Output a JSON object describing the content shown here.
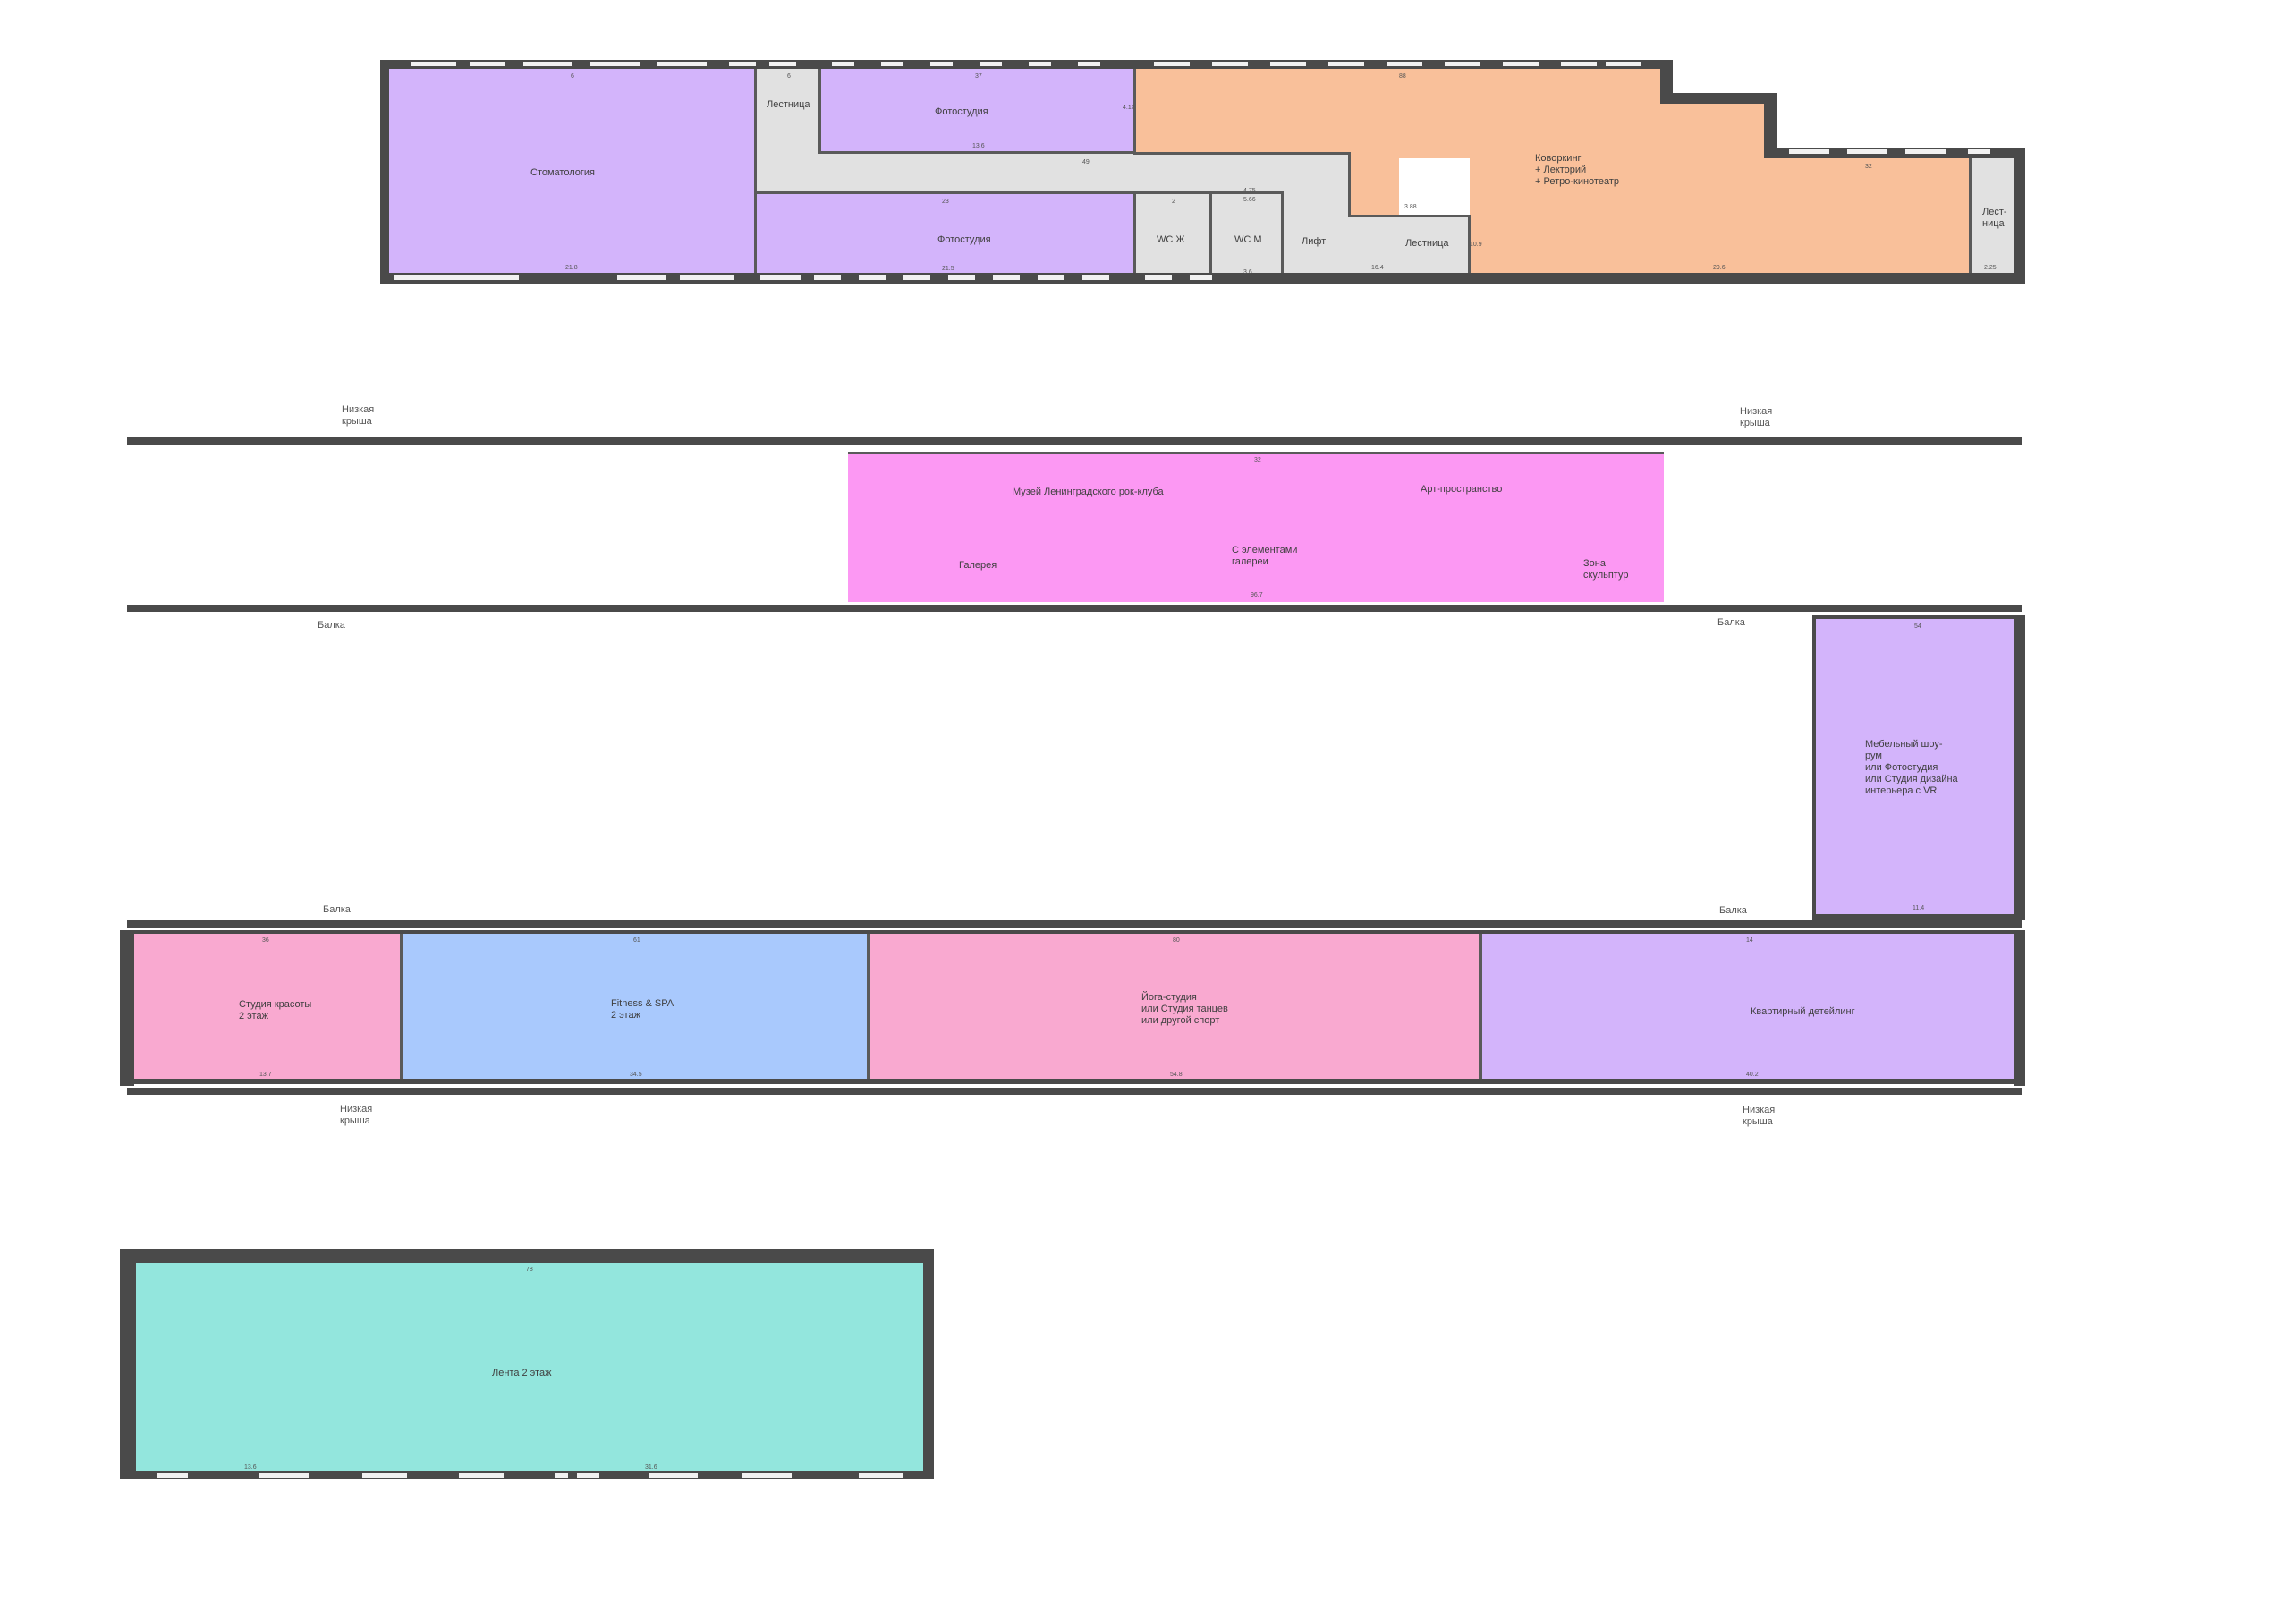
{
  "floor1": {
    "rooms": {
      "dentistry": "Стоматология",
      "stairs_left": "Лестница",
      "photo_top": "Фотостудия",
      "coworking": "Коворкинг\n+ Лекторий\n+ Ретро-кинотеатр",
      "photo_bottom": "Фотостудия",
      "wc_f": "WC Ж",
      "wc_m": "WC М",
      "lift": "Лифт",
      "stairs_mid": "Лестница",
      "stairs_right": "Лест-\nница"
    },
    "dims": {
      "d1": "6",
      "d2": "21.8",
      "d3": "6",
      "d4": "37",
      "d5": "4.12",
      "d6": "13.6",
      "d7": "49",
      "d8": "23",
      "d9": "21.5",
      "d10": "2",
      "d11": "4.75",
      "d12": "5.66",
      "d13": "3.6",
      "d14": "16.4",
      "d15": "3.88",
      "d16": "88",
      "d17": "32",
      "d18": "29.6",
      "d19": "2.25",
      "d20": "10.9"
    }
  },
  "notes": {
    "low_roof": "Низкая\nкрыша",
    "beam": "Балка"
  },
  "floor2": {
    "museum": {
      "title": "Музей Ленинградского рок-клуба",
      "art": "Арт-пространство",
      "gallery": "Галерея",
      "with_gallery": "С элементами\nгалереи",
      "sculpture": "Зона\nскульптур",
      "top_dim": "32",
      "bottom_dim": "96.7"
    },
    "furniture": {
      "label": "Мебельный шоу-\nрум\nили Фотостудия\nили Студия дизайна\nинтерьера с VR",
      "top_dim": "54",
      "bottom_dim": "11.4"
    },
    "strip": {
      "beauty": "Студия красоты\n2 этаж",
      "fitness": "Fitness & SPA\n2 этаж",
      "yoga": "Йога-студия\nили Студия танцев\nили другой спорт",
      "detailing": "Квартирный детейлинг",
      "beauty_top": "36",
      "beauty_bottom": "13.7",
      "fitness_top": "61",
      "fitness_bottom": "34.5",
      "yoga_top": "80",
      "yoga_bottom": "54.8",
      "detailing_top": "14",
      "detailing_bottom": "40.2"
    }
  },
  "lenta": {
    "label": "Лента 2 этаж",
    "top_dim": "78",
    "bottom_left": "13.6",
    "bottom_right": "31.6"
  },
  "colors": {
    "purple": "#d3b4fb",
    "orange": "#f9c09a",
    "gray": "#e1e1e1",
    "magenta": "#fc98f3",
    "pink": "#f9a9d0",
    "blue": "#a9c9fd",
    "teal": "#93e6dd",
    "wall": "#4a4a4a"
  }
}
